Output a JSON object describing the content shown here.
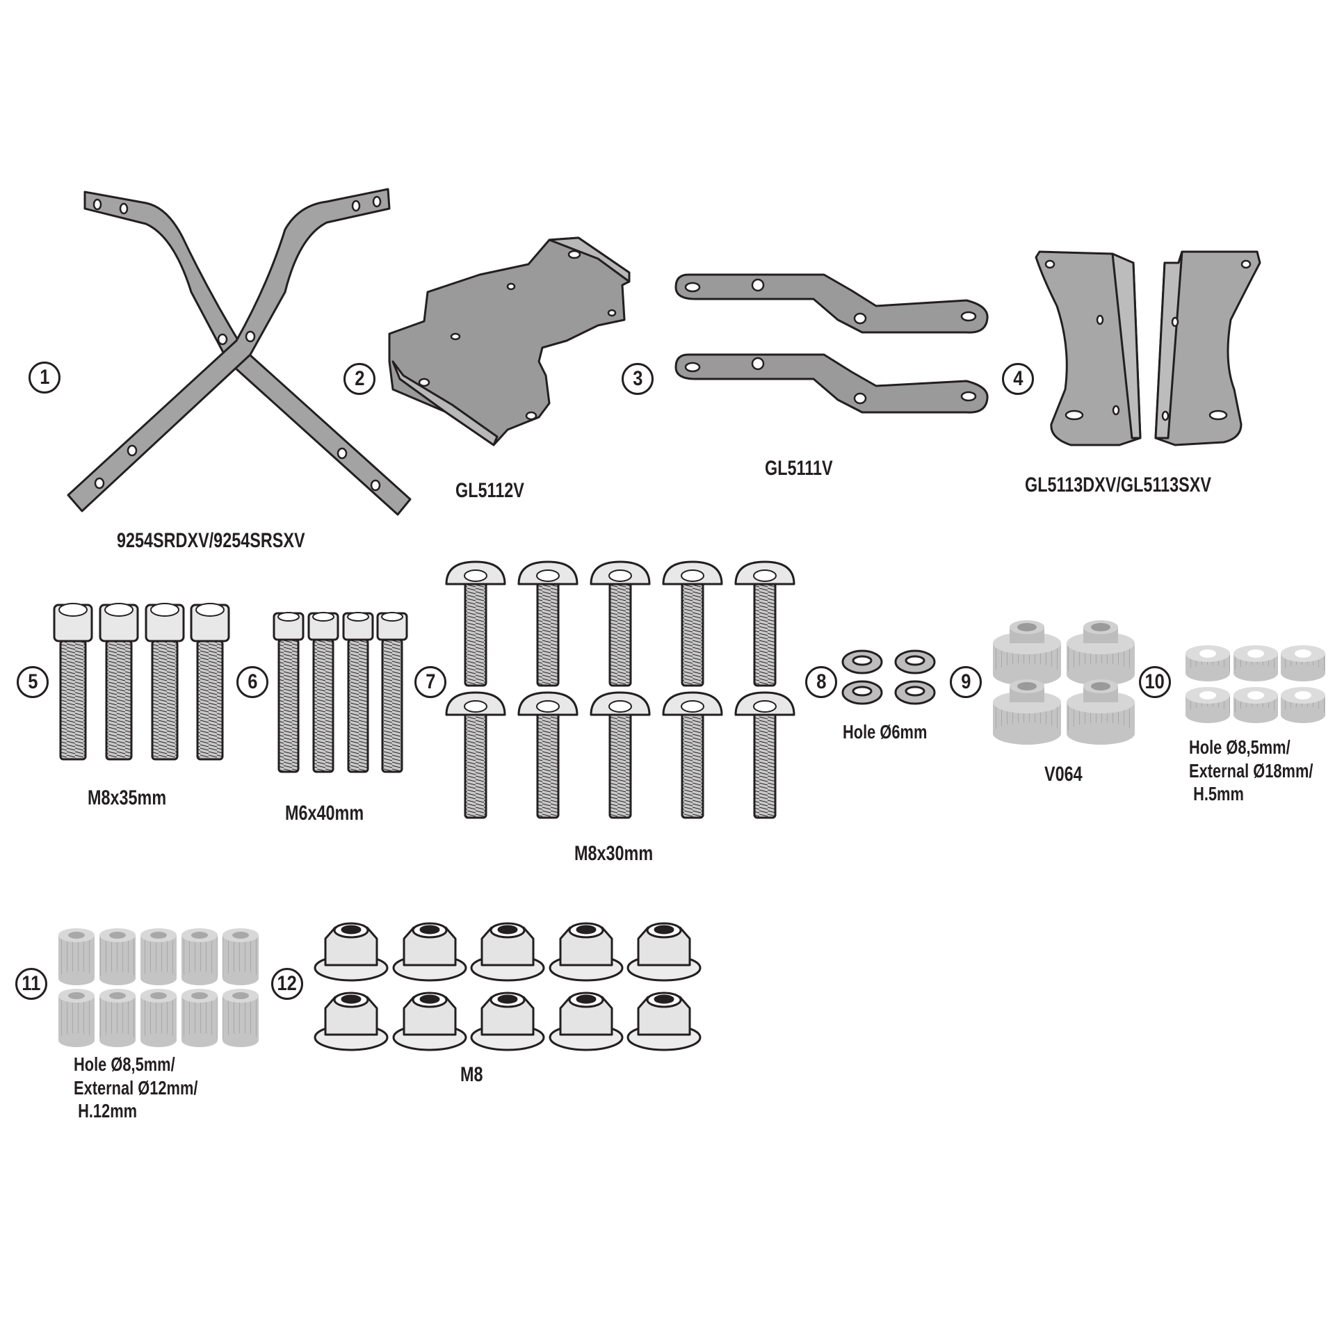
{
  "colors": {
    "stroke": "#231f20",
    "part_fill": "#9b9b9b",
    "part_light": "#cfcfcf",
    "background": "#ffffff"
  },
  "parts": [
    {
      "number": "1",
      "label": "9254SRDXV/9254SRSXV"
    },
    {
      "number": "2",
      "label": "GL5112V"
    },
    {
      "number": "3",
      "label": "GL5111V"
    },
    {
      "number": "4",
      "label": "GL5113DXV/GL5113SXV"
    },
    {
      "number": "5",
      "label": "M8x35mm"
    },
    {
      "number": "6",
      "label": "M6x40mm"
    },
    {
      "number": "7",
      "label": "M8x30mm"
    },
    {
      "number": "8",
      "label": "Hole Ø6mm"
    },
    {
      "number": "9",
      "label": "V064"
    },
    {
      "number": "10",
      "label_lines": [
        "Hole Ø8,5mm/",
        "External Ø18mm/",
        " H.5mm"
      ]
    },
    {
      "number": "11",
      "label_lines": [
        "Hole Ø8,5mm/",
        "External Ø12mm/",
        " H.12mm"
      ]
    },
    {
      "number": "12",
      "label": "M8"
    }
  ]
}
